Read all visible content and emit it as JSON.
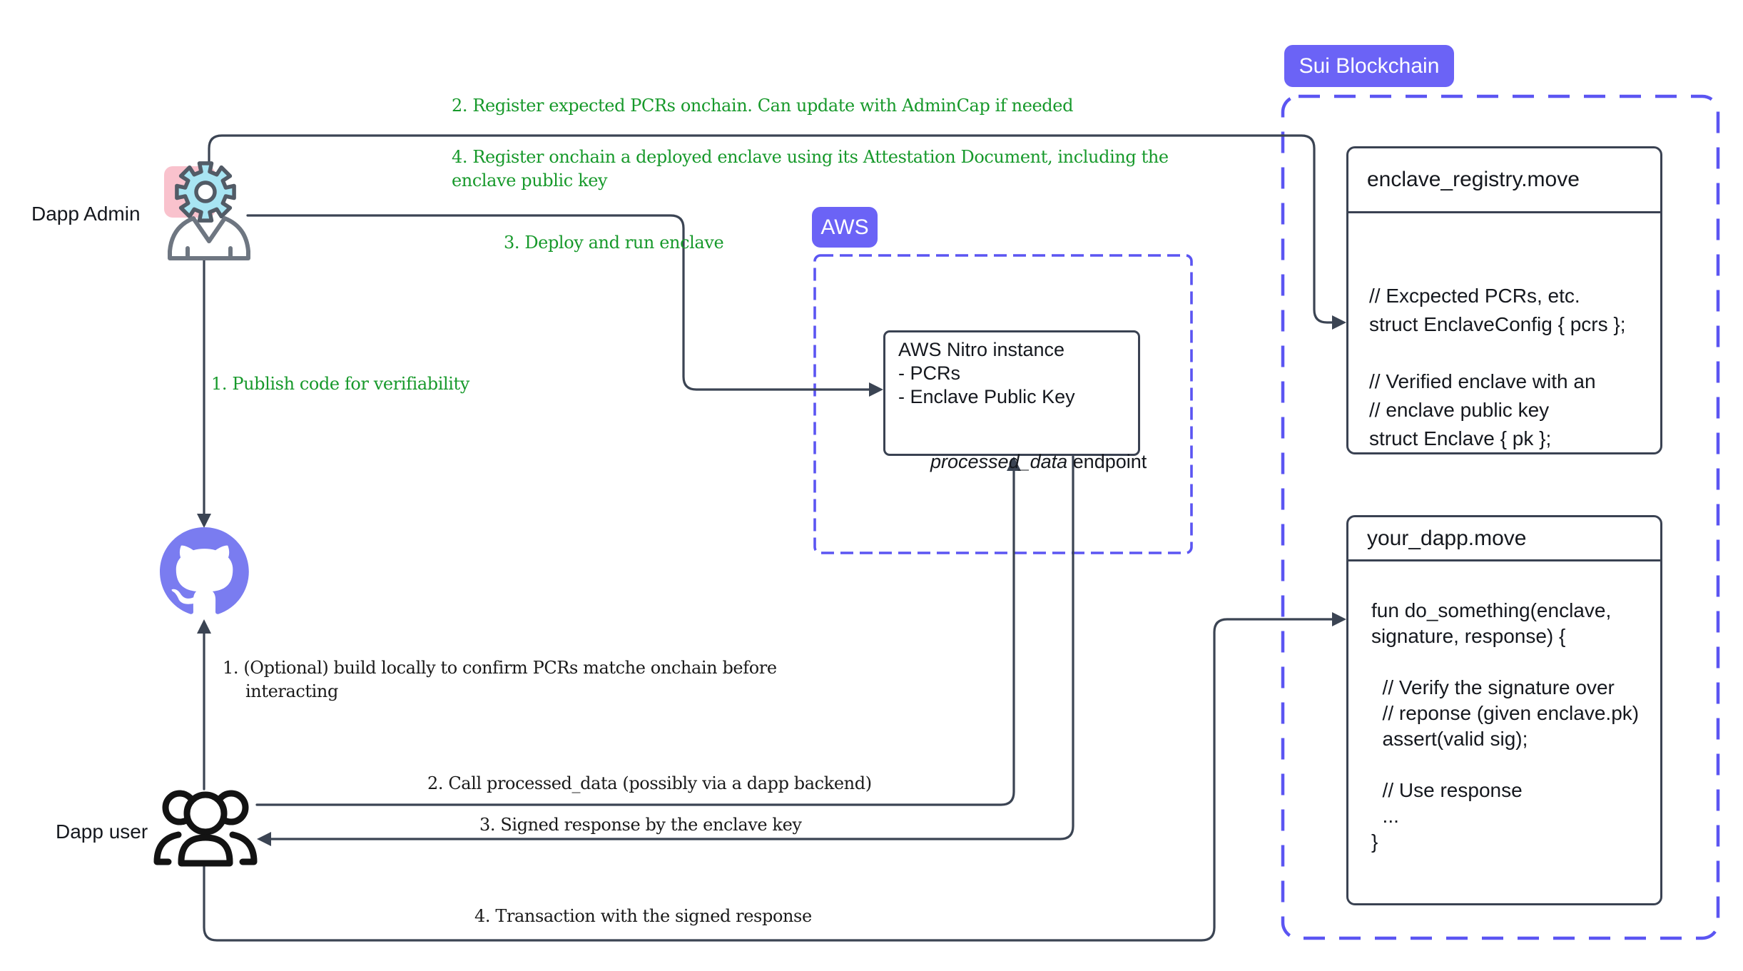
{
  "colors": {
    "badge_purple": "#6b63f6",
    "dashed_purple": "#5b55f2",
    "connector_dark": "#3b4453",
    "annotation_green": "#17992b",
    "annotation_black": "#1a1a1a",
    "github_purple": "#7a7cf0",
    "gear_cyan": "#a8e5f3",
    "sticky_pink": "#f9c2cd"
  },
  "actors": {
    "admin_label": "Dapp Admin",
    "user_label": "Dapp user"
  },
  "icons": {
    "admin": "gear-icon + person-icon + sticky-note",
    "code_repo": "github-icon",
    "end_users": "users-group-icon"
  },
  "annotations": {
    "publish_code": "1. Publish code for verifiability",
    "register_pcrs": "2. Register expected PCRs onchain. Can update with AdminCap if needed",
    "deploy_enclave": "3. Deploy and run enclave",
    "register_enclave_line1": "4. Register onchain a deployed enclave using its Attestation Document, including the",
    "register_enclave_line2": "enclave public key",
    "build_locally_line1": "1. (Optional) build locally to confirm PCRs matche onchain before",
    "build_locally_line2": "interacting",
    "call_processed_data": "2. Call processed_data (possibly via a dapp backend)",
    "signed_response": "3. Signed response by the enclave key",
    "transaction": "4. Transaction with the signed response"
  },
  "aws": {
    "badge": "AWS",
    "nitro": {
      "title": "AWS Nitro instance",
      "items": [
        "- PCRs",
        "- Enclave Public Key"
      ],
      "endpoint_name": "processed_data",
      "endpoint_suffix": " endpoint"
    }
  },
  "sui": {
    "badge": "Sui Blockchain",
    "enclave_registry": {
      "title": "enclave_registry.move",
      "code": [
        "// Excpected PCRs, etc.",
        "struct EnclaveConfig { pcrs };",
        "",
        "// Verified enclave with an",
        "// enclave public key",
        "struct Enclave { pk };"
      ]
    },
    "your_dapp": {
      "title": "your_dapp.move",
      "code": [
        "fun do_something(enclave,",
        "signature, response) {",
        "",
        "  // Verify the signature over",
        "  // reponse (given enclave.pk)",
        "  assert(valid sig);",
        "",
        "  // Use response",
        "  ...",
        "}"
      ]
    }
  }
}
